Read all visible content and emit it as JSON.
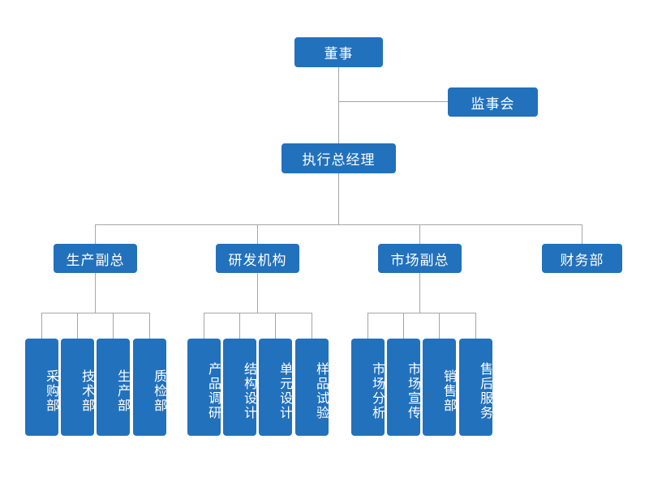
{
  "chart": {
    "title": "",
    "type": "org-chart",
    "accent_color": "#2271bc",
    "line_color": "#a6a6a6",
    "background_color": "#ffffff",
    "text_color": "#ffffff"
  },
  "nodes": {
    "board_director": {
      "label": "董事",
      "level": 1
    },
    "supervisory_board": {
      "label": "监事会",
      "level": 2
    },
    "executive_gm": {
      "label": "执行总经理",
      "level": 3
    },
    "production_vp": {
      "label": "生产副总",
      "level": 4
    },
    "rd_org": {
      "label": "研发机构",
      "level": 4
    },
    "market_vp": {
      "label": "市场副总",
      "level": 4
    },
    "finance_dept": {
      "label": "财务部",
      "level": 4
    }
  },
  "groups": [
    {
      "parent": "生产副总",
      "children": [
        {
          "label": "采购部"
        },
        {
          "label": "技术部"
        },
        {
          "label": "生产部"
        },
        {
          "label": "质检部"
        }
      ]
    },
    {
      "parent": "研发机构",
      "children": [
        {
          "label": "产品调研"
        },
        {
          "label": "结构设计"
        },
        {
          "label": "单元设计"
        },
        {
          "label": "样品试验"
        }
      ]
    },
    {
      "parent": "市场副总",
      "children": [
        {
          "label": "市场分析"
        },
        {
          "label": "市场宣传"
        },
        {
          "label": "销售部"
        },
        {
          "label": "售后服务"
        }
      ]
    }
  ]
}
